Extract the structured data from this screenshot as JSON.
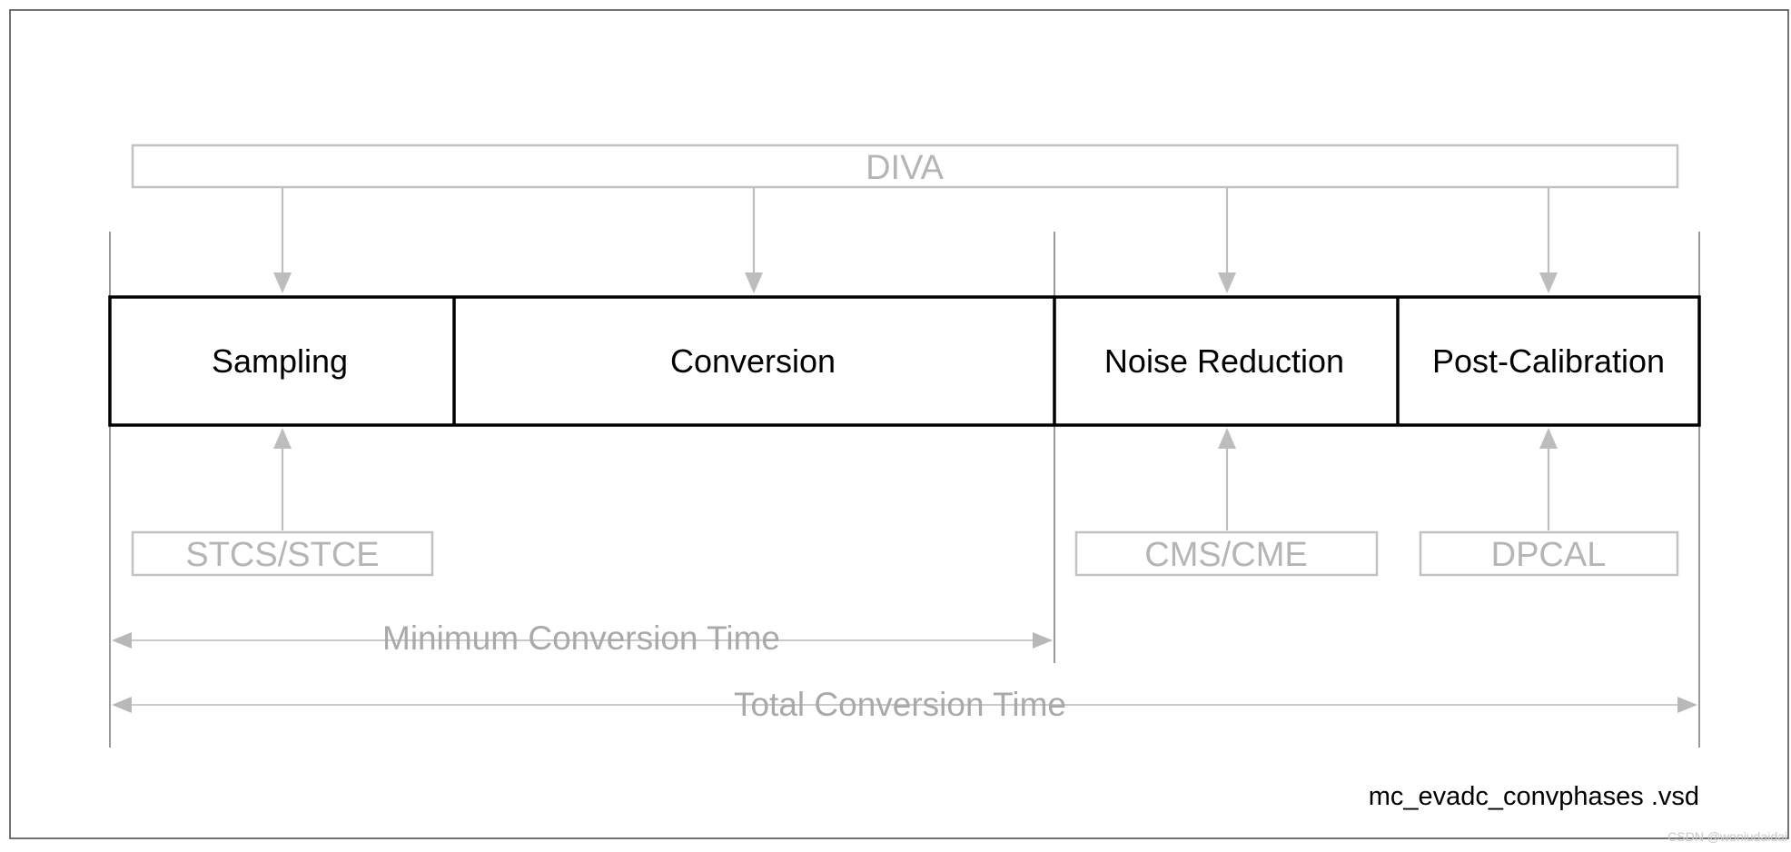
{
  "diagram": {
    "colors": {
      "frame": "#444444",
      "phase_border": "#000000",
      "phase_text": "#000000",
      "accessory_border": "#c2c2c2",
      "accessory_text": "#b5b5b5",
      "time_text": "#a9a9a9",
      "time_line": "#b8b8b8",
      "arrow": "#bdbdbd"
    },
    "top_source": {
      "label": "DIVA"
    },
    "phases": [
      {
        "label": "Sampling"
      },
      {
        "label": "Conversion"
      },
      {
        "label": "Noise Reduction"
      },
      {
        "label": "Post-Calibration"
      }
    ],
    "bottom_sources": [
      {
        "label": "STCS/STCE",
        "target_phase": "Sampling"
      },
      {
        "label": "CMS/CME",
        "target_phase": "Noise Reduction"
      },
      {
        "label": "DPCAL",
        "target_phase": "Post-Calibration"
      }
    ],
    "top_arrow_targets": [
      "Sampling",
      "Conversion",
      "Noise Reduction",
      "Post-Calibration"
    ],
    "timings": {
      "minimum": {
        "label": "Minimum Conversion Time",
        "spans": [
          "Sampling",
          "Conversion"
        ]
      },
      "total": {
        "label": "Total Conversion Time",
        "spans": [
          "Sampling",
          "Conversion",
          "Noise Reduction",
          "Post-Calibration"
        ]
      }
    },
    "filename": "mc_evadc_convphases .vsd",
    "watermark": "CSDN @woniudaidai"
  }
}
